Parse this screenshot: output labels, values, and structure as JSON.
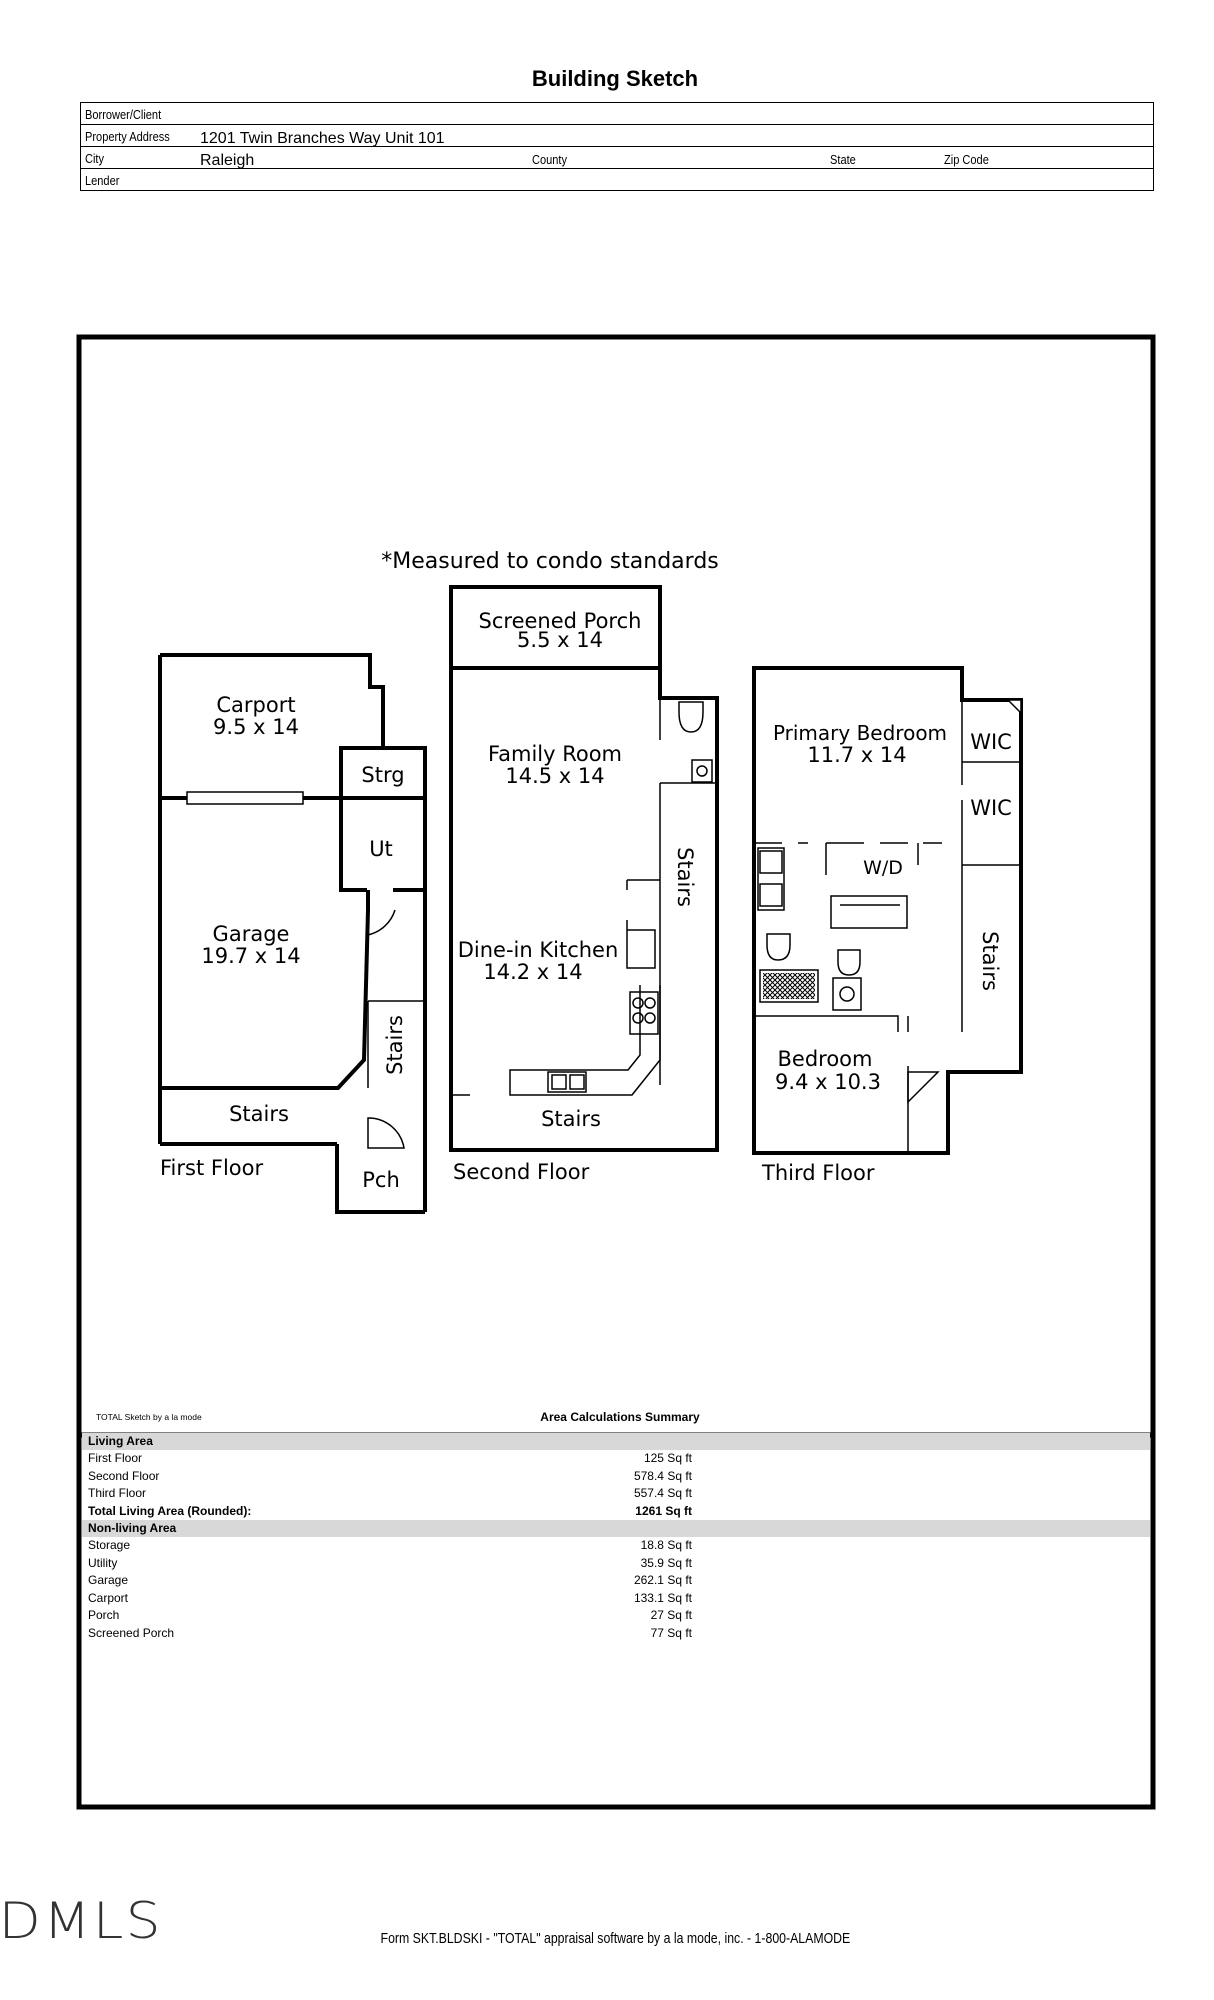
{
  "title": "Building Sketch",
  "header": {
    "borrower_label": "Borrower/Client",
    "address_label": "Property Address",
    "address_value": "1201 Twin Branches Way Unit 101",
    "city_label": "City",
    "city_value": "Raleigh",
    "county_label": "County",
    "state_label": "State",
    "zip_label": "Zip Code",
    "lender_label": "Lender"
  },
  "sketch": {
    "note": "*Measured to condo standards",
    "first_floor": {
      "label": "First Floor",
      "carport": "Carport",
      "carport_dim": "9.5 x 14",
      "strg": "Strg",
      "ut": "Ut",
      "garage": "Garage",
      "garage_dim": "19.7 x 14",
      "stairs_v": "Stairs",
      "stairs_h": "Stairs",
      "pch": "Pch"
    },
    "second_floor": {
      "label": "Second Floor",
      "porch": "Screened Porch",
      "porch_dim": "5.5 x 14",
      "family": "Family Room",
      "family_dim": "14.5 x 14",
      "stairs_v": "Stairs",
      "kitchen": "Dine-in Kitchen",
      "kitchen_dim": "14.2 x 14",
      "stairs_h": "Stairs"
    },
    "third_floor": {
      "label": "Third Floor",
      "primary": "Primary Bedroom",
      "primary_dim": "11.7 x 14",
      "wic1": "WIC",
      "wic2": "WIC",
      "wd": "W/D",
      "stairs_v": "Stairs",
      "bedroom": "Bedroom",
      "bedroom_dim": "9.4 x 10.3"
    }
  },
  "credit": "TOTAL Sketch by a la mode",
  "summary": {
    "title": "Area Calculations Summary",
    "living_header": "Living Area",
    "living": [
      {
        "name": "First Floor",
        "value": "125 Sq ft"
      },
      {
        "name": "Second Floor",
        "value": "578.4 Sq ft"
      },
      {
        "name": "Third Floor",
        "value": "557.4 Sq ft"
      }
    ],
    "total_label": "Total Living Area (Rounded):",
    "total_value": "1261 Sq ft",
    "nonliving_header": "Non-living Area",
    "nonliving": [
      {
        "name": "Storage",
        "value": "18.8 Sq ft"
      },
      {
        "name": "Utility",
        "value": "35.9 Sq ft"
      },
      {
        "name": "Garage",
        "value": "262.1 Sq ft"
      },
      {
        "name": "Carport",
        "value": "133.1 Sq ft"
      },
      {
        "name": "Porch",
        "value": "27 Sq ft"
      },
      {
        "name": "Screened Porch",
        "value": "77 Sq ft"
      }
    ]
  },
  "logo": "DMLS",
  "footer": "Form SKT.BLDSKI - \"TOTAL\" appraisal software by a la mode, inc. - 1-800-ALAMODE"
}
